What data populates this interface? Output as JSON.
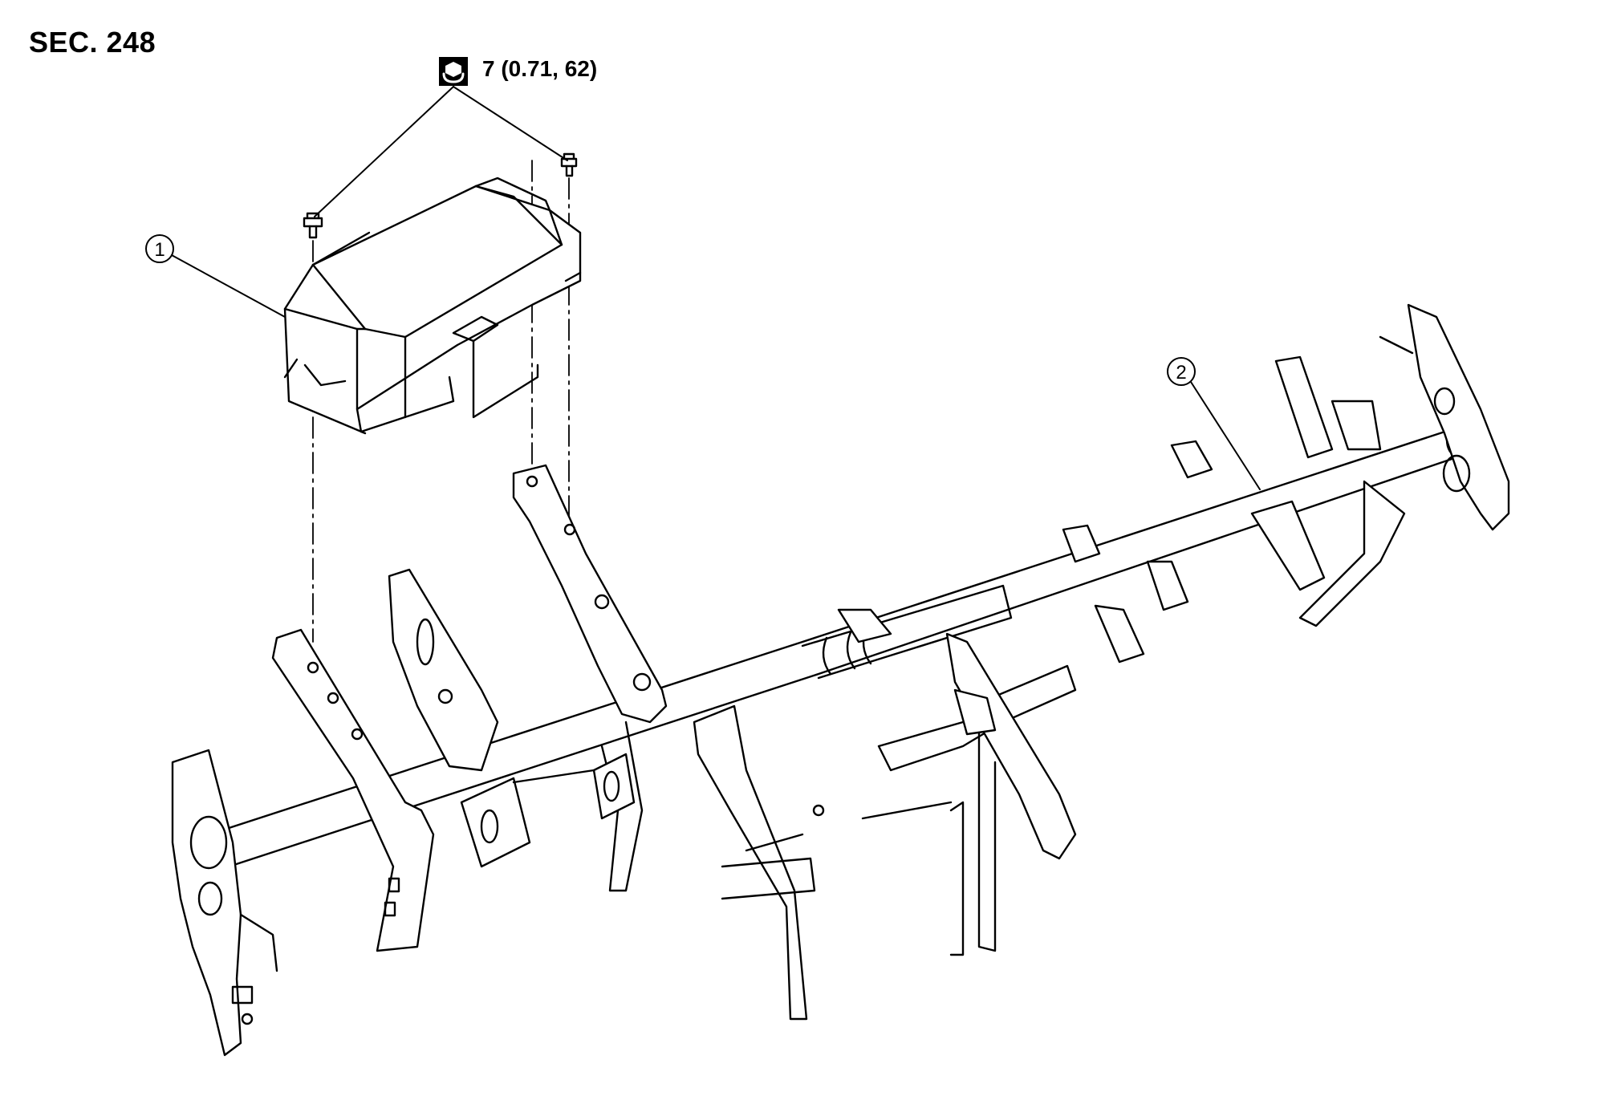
{
  "section_label": "SEC. 248",
  "torque": {
    "icon": "torque-wrench-icon",
    "spec": "7 (0.71, 62)"
  },
  "callouts": [
    {
      "number": "1"
    },
    {
      "number": "2"
    }
  ]
}
